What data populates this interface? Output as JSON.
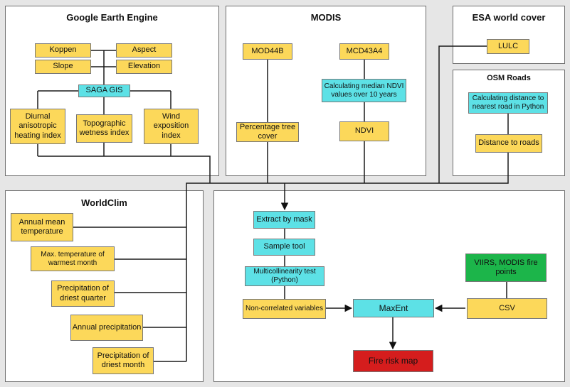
{
  "panels": {
    "gee": "Google Earth Engine",
    "modis": "MODIS",
    "esa": "ESA world cover",
    "osm": "OSM Roads",
    "worldclim": "WorldClim"
  },
  "gee": {
    "koppen": "Koppen",
    "aspect": "Aspect",
    "slope": "Slope",
    "elevation": "Elevation",
    "saga": "SAGA GIS",
    "diurnal": "Diurnal anisotropic heating index",
    "twi": "Topographic wetness index",
    "wind": "Wind exposition index"
  },
  "modis": {
    "mod44b": "MOD44B",
    "mcd43a4": "MCD43A4",
    "median_ndvi": "Calculating median NDVI values over 10 years",
    "tree_cover": "Percentage tree cover",
    "ndvi": "NDVI"
  },
  "esa": {
    "lulc": "LULC"
  },
  "osm": {
    "calc_distance": "Calculating distance to nearest road in Python",
    "distance": "Distance to roads"
  },
  "worldclim": {
    "annual_mean_temp": "Annual mean temperature",
    "max_temp": "Max. temperature of warmest month",
    "precip_driest_quarter": "Precipitation of driest quarter",
    "annual_precip": "Annual precipitation",
    "precip_driest_month": "Precipitation of driest month"
  },
  "process": {
    "extract": "Extract by mask",
    "sample": "Sample tool",
    "multicollinearity": "Multicollinearity test (Python)",
    "noncorrelated": "Non-correlated variables",
    "maxent": "MaxEnt",
    "viirs": "VIIRS, MODIS fire points",
    "csv": "CSV",
    "fire_risk": "Fire risk map"
  },
  "colors": {
    "input": "#fcd85a",
    "process": "#5de1e6",
    "fire_points": "#1cb54a",
    "output": "#d51d1d"
  }
}
